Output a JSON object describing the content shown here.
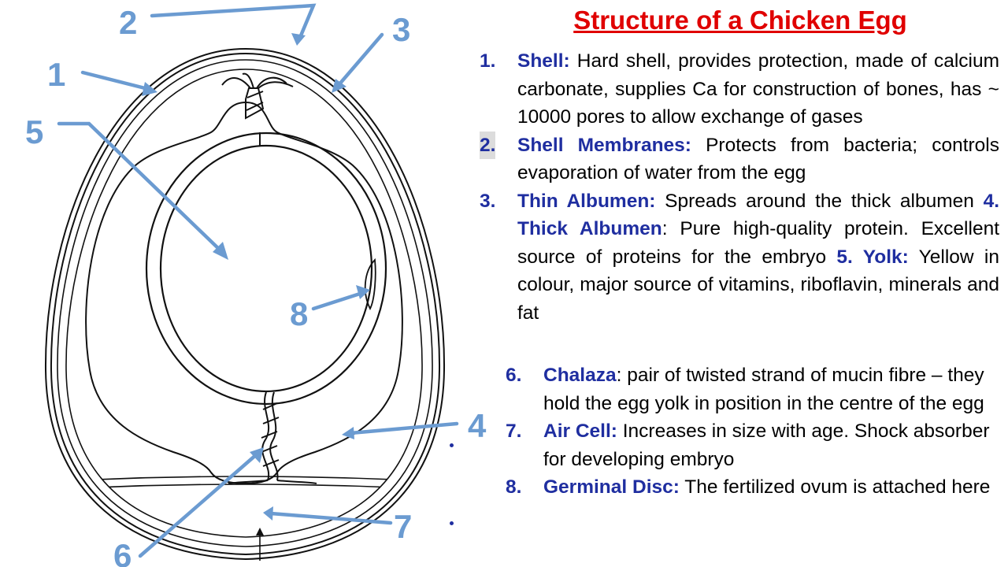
{
  "title": "Structure of a Chicken Egg",
  "diagram_labels": [
    "1",
    "2",
    "3",
    "4",
    "5",
    "6",
    "7",
    "8"
  ],
  "colors": {
    "title": "#e00000",
    "term": "#1f2ea0",
    "label": "#6b9bd1",
    "arrow": "#6b9bd1"
  },
  "items": [
    {
      "num": "1.",
      "term": "Shell:",
      "text": " Hard shell, provides protection, made of calcium carbonate, supplies Ca for construction of bones, has ~ 10000 pores to allow exchange of gases"
    },
    {
      "num": "2.",
      "term": "Shell Membranes:",
      "text": "  Protects from bacteria; controls evaporation of water from the egg"
    },
    {
      "num": "3.",
      "term": "Thin Albumen:",
      "text": "  Spreads around the thick albumen ",
      "term4": "4. Thick Albumen",
      "text4": ": Pure high-quality protein. Excellent source of proteins for the embryo ",
      "term5": "5. Yolk:",
      "text5": " Yellow in colour, major source of vitamins, riboflavin, minerals and fat"
    },
    {
      "num": "6.",
      "term": "Chalaza",
      "text": ": pair of twisted strand of mucin fibre – they hold the egg yolk in position in the centre of the egg"
    },
    {
      "num": "7.",
      "term": "Air Cell:",
      "text": "  Increases in size with age. Shock absorber for developing embryo"
    },
    {
      "num": "8.",
      "term": "Germinal Disc:",
      "text": " The fertilized ovum is attached here"
    }
  ]
}
